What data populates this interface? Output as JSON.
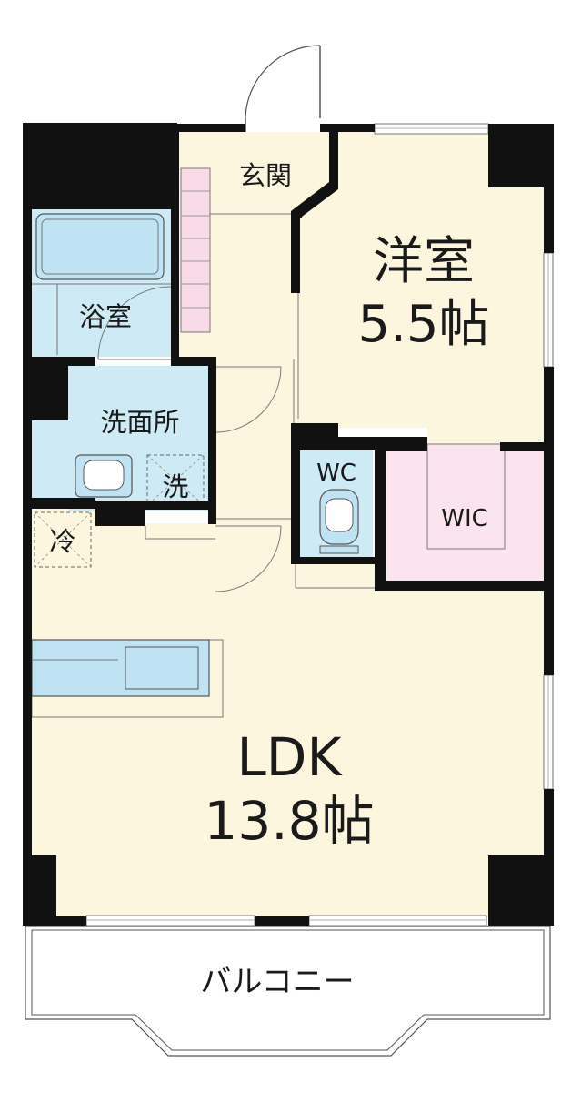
{
  "rooms": {
    "entrance": "玄関",
    "bath": "浴室",
    "washroom": "洗面所",
    "washer": "洗",
    "fridge": "冷",
    "wc": "WC",
    "wic": "WIC",
    "western_name": "洋室",
    "western_size": "5.5帖",
    "ldk_name": "LDK",
    "ldk_size": "13.8帖",
    "balcony": "バルコニー"
  },
  "colors": {
    "floor": "#fdf6df",
    "water_area": "#cdeaf5",
    "fixture": "#bfe3f2",
    "closet": "#fbe4ee",
    "shoe_cabinet": "#f9dbe8",
    "wall": "#111111"
  }
}
